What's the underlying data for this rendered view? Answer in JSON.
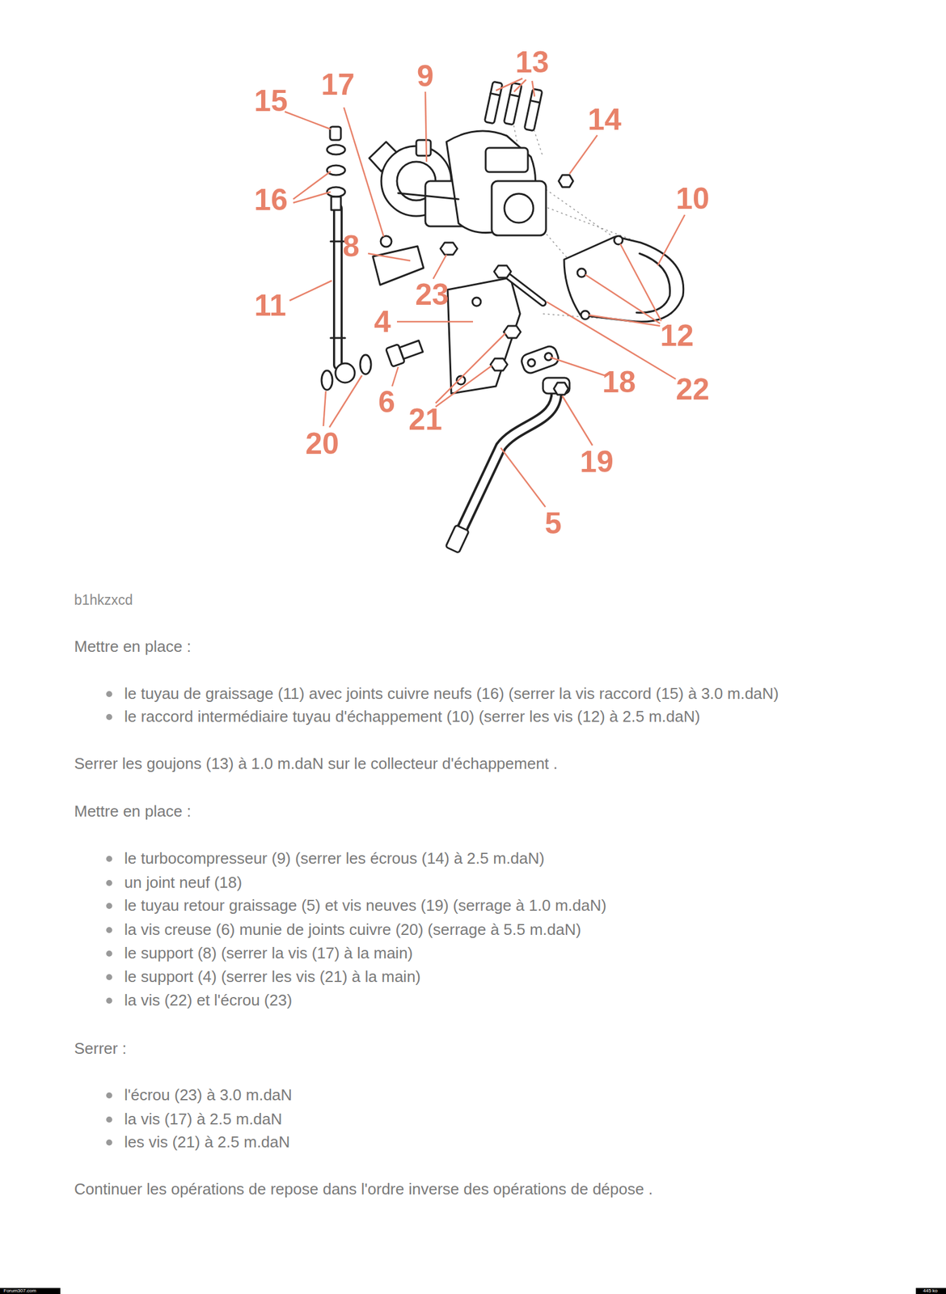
{
  "diagram": {
    "labels": [
      "13",
      "9",
      "17",
      "15",
      "14",
      "16",
      "10",
      "8",
      "23",
      "11",
      "4",
      "12",
      "18",
      "22",
      "6",
      "21",
      "20",
      "19",
      "5",
      "b1hkzxcd",
      "Mettre en place :",
      "le tuyau de graissage (11) avec joints cuivre neufs (16) (serrer la vis raccord (15) à 3.0 m.daN)",
      "le raccord intermédiaire tuyau d'échappement (10) (serrer les vis (12) à 2.5 m.daN)",
      "Serrer les goujons (13) à 1.0 m.daN sur le collecteur d'échappement .",
      "Mettre en place :",
      "le turbocompresseur (9) (serrer les écrous (14) à 2.5 m.daN)",
      "un joint neuf (18)",
      "le tuyau retour graissage (5) et vis neuves (19) (serrage à 1.0 m.daN)",
      "la vis creuse (6) munie de joints cuivre (20) (serrage à 5.5 m.daN)",
      "le support (8) (serrer la vis (17) à la main)",
      "le support (4) (serrer les vis (21) à la main)",
      "la vis (22) et l'écrou (23)",
      "Serrer :",
      "l'écrou (23) à 3.0 m.daN",
      "la vis (17) à 2.5 m.daN",
      "les vis (21) à 2.5 m.daN",
      "Continuer les opérations de repose dans l'ordre inverse des opérations de dépose .",
      "Forum307.com",
      "445 ko"
    ]
  }
}
